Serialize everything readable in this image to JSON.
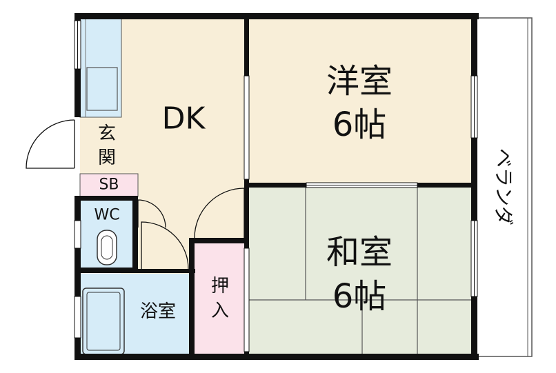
{
  "rooms": {
    "dk": {
      "label": "DK"
    },
    "western_room": {
      "line1": "洋室",
      "line2": "6帖"
    },
    "japanese_room": {
      "line1": "和室",
      "line2": "6帖"
    },
    "entrance": {
      "line1": "玄",
      "line2": "関"
    },
    "shoe_box": {
      "label": "SB"
    },
    "toilet": {
      "label": "WC"
    },
    "bathroom": {
      "label": "浴室"
    },
    "closet": {
      "line1": "押",
      "line2": "入"
    },
    "veranda": {
      "label": "ベランダ"
    }
  },
  "colors": {
    "dk_floor": "#f8eed8",
    "western_floor": "#f8eed8",
    "tatami": "#e6ebdc",
    "wet_area": "#d6ecf8",
    "closet": "#fbe2ea",
    "shoe_box": "#fbe2ea",
    "wall": "#111111"
  }
}
